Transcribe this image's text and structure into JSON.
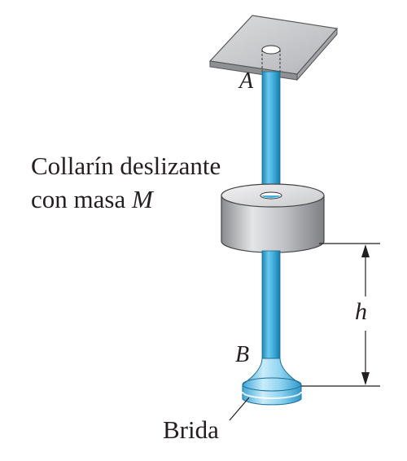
{
  "labels": {
    "collar_line1": "Collarín deslizante",
    "collar_line2_prefix": "con masa ",
    "collar_mass_symbol": "M",
    "point_a": "A",
    "point_b": "B",
    "height": "h",
    "flange": "Brida"
  },
  "colors": {
    "rod": "#45b3dc",
    "rod_dark": "#1c7fae",
    "support_plate": "#c8c9cb",
    "collar": "#b9babd",
    "flange": "#8fd3f0",
    "text": "#231f20"
  }
}
